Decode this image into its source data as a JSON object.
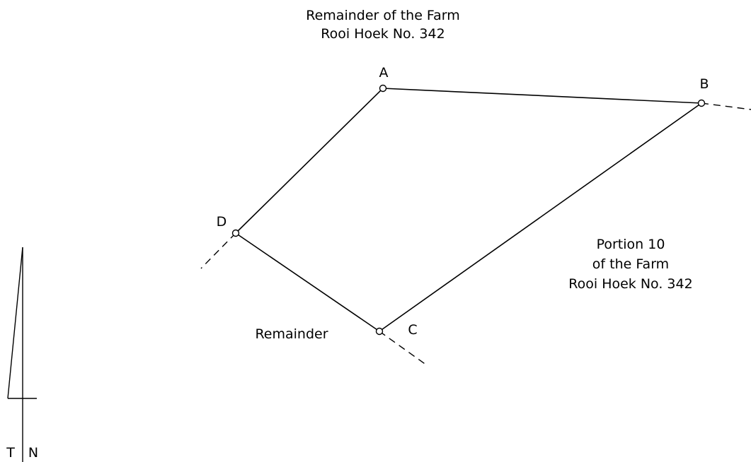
{
  "labels": {
    "top_line1": "Remainder of the Farm",
    "top_line2": "Rooi Hoek No. 342",
    "right_line1": "Portion 10",
    "right_line2": "of the Farm",
    "right_line3": "Rooi Hoek No. 342",
    "bottom_left": "Remainder"
  },
  "beacons": {
    "a": "A",
    "b": "B",
    "c": "C",
    "d": "D"
  },
  "north_arrow": {
    "left_letter": "T",
    "right_letter": "N"
  }
}
